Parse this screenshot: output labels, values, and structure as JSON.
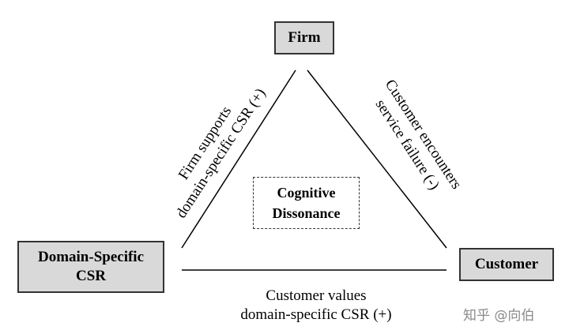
{
  "nodes": {
    "firm": "Firm",
    "domain_csr": {
      "line1": "Domain-Specific",
      "line2": "CSR"
    },
    "customer": "Customer"
  },
  "center": {
    "line1": "Cognitive",
    "line2": "Dissonance"
  },
  "edges": {
    "left": {
      "line1": "Firm supports",
      "line2": "domain-specific CSR (+)"
    },
    "right": {
      "line1": "Customer encounters",
      "line2": "service failure (-)"
    },
    "bottom": {
      "line1": "Customer values",
      "line2": "domain-specific CSR (+)"
    }
  },
  "watermark": "知乎 @向伯"
}
